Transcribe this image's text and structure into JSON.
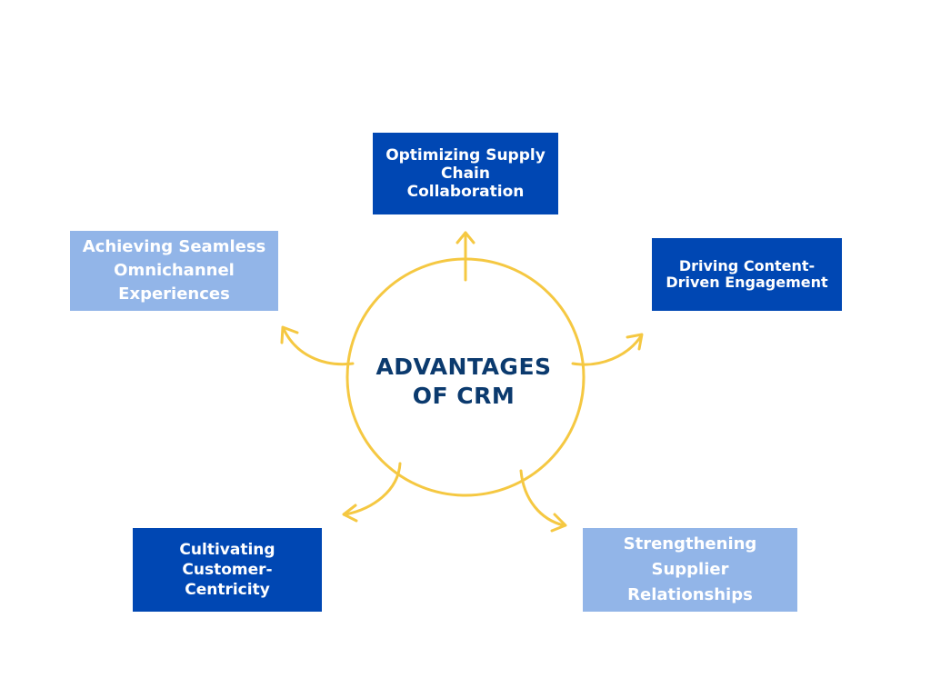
{
  "diagram": {
    "center_label": "ADVANTAGES OF CRM",
    "colors": {
      "accent_ring": "#f5c842",
      "dark_box": "#0047b3",
      "light_box": "#92b5e8",
      "center_text": "#0b3a6e"
    },
    "nodes": [
      {
        "id": "top",
        "label": "Optimizing Supply Chain Collaboration",
        "style": "dark"
      },
      {
        "id": "right",
        "label": "Driving Content-Driven Engagement",
        "style": "dark"
      },
      {
        "id": "left",
        "label": "Achieving Seamless Omnichannel Experiences",
        "style": "light"
      },
      {
        "id": "bottom-left",
        "label": "Cultivating Customer-Centricity",
        "style": "dark"
      },
      {
        "id": "bottom-right",
        "label": "Strengthening Supplier Relationships",
        "style": "light"
      }
    ]
  }
}
